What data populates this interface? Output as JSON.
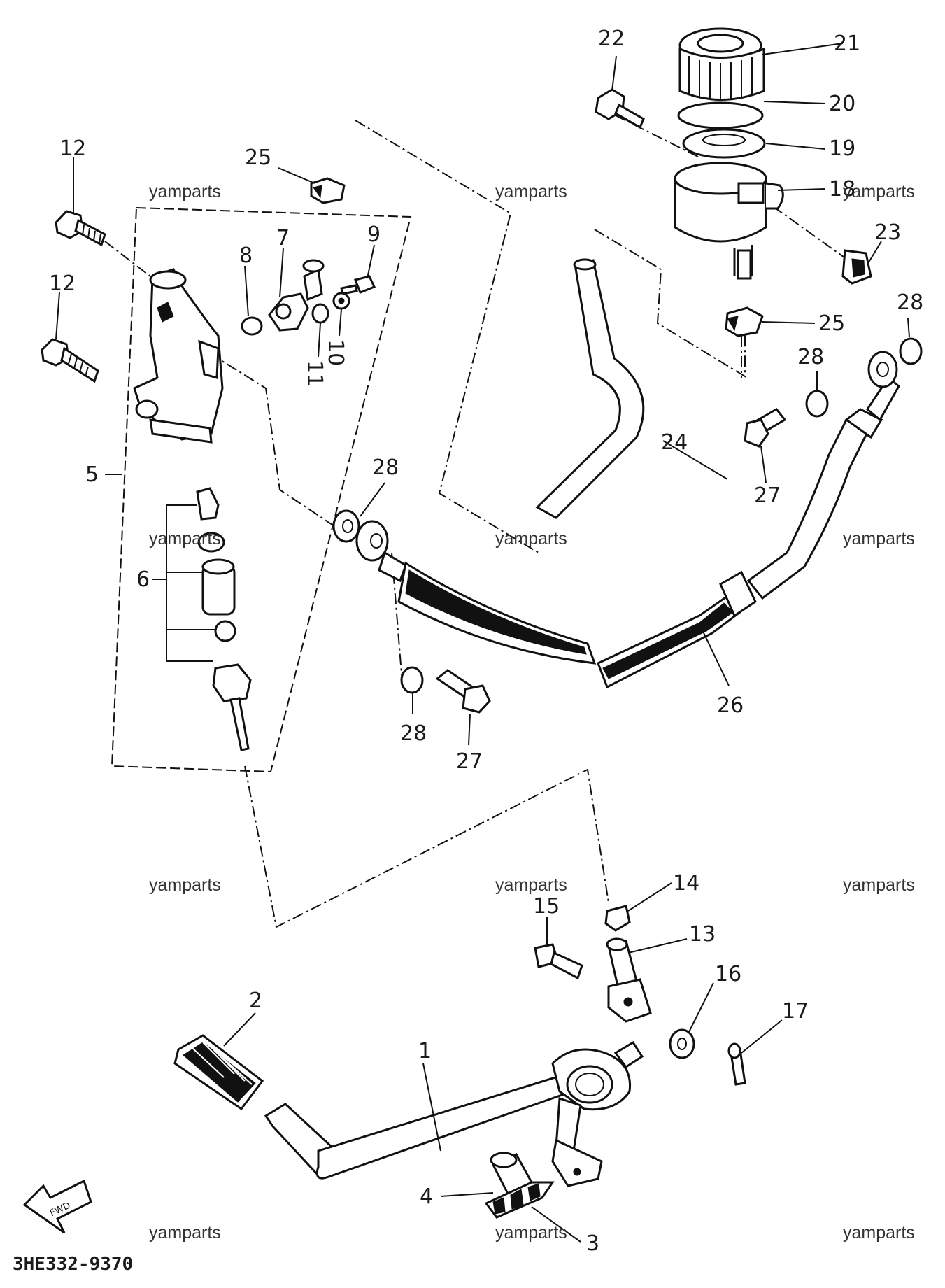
{
  "diagram_code": "3HE332-9370",
  "watermark": "yamparts",
  "front_arrow_label": "FWD",
  "callouts": {
    "c1": "1",
    "c2": "2",
    "c3": "3",
    "c4": "4",
    "c5": "5",
    "c6": "6",
    "c7": "7",
    "c8": "8",
    "c9": "9",
    "c10": "10",
    "c11": "11",
    "c12a": "12",
    "c12b": "12",
    "c13": "13",
    "c14": "14",
    "c15": "15",
    "c16": "16",
    "c17": "17",
    "c18": "18",
    "c19": "19",
    "c20": "20",
    "c21": "21",
    "c22": "22",
    "c23": "23",
    "c24": "24",
    "c25a": "25",
    "c25b": "25",
    "c26": "26",
    "c27a": "27",
    "c27b": "27",
    "c28a": "28",
    "c28b": "28",
    "c28c": "28",
    "c28d": "28"
  }
}
